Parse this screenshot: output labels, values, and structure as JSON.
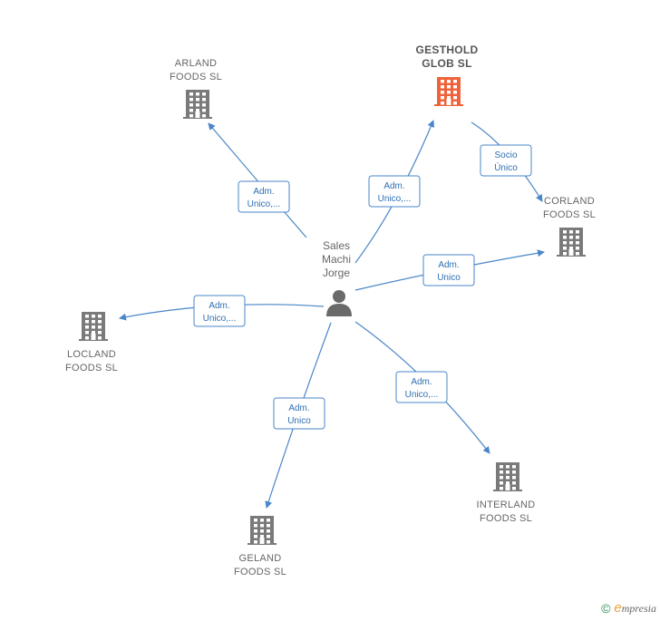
{
  "colors": {
    "edge": "#4a86c8",
    "company": "#7a7a7a",
    "highlight": "#f0633a",
    "person": "#6a6a6a"
  },
  "person": {
    "lines": [
      "Sales",
      "Machi",
      "Jorge"
    ],
    "icon": "person-icon"
  },
  "companies": [
    {
      "id": "gesthold",
      "lines": [
        "GESTHOLD",
        "GLOB  SL"
      ],
      "highlight": true,
      "icon": "building-icon"
    },
    {
      "id": "arland",
      "lines": [
        "ARLAND",
        "FOODS  SL"
      ],
      "icon": "building-icon"
    },
    {
      "id": "corland",
      "lines": [
        "CORLAND",
        "FOODS  SL"
      ],
      "icon": "building-icon"
    },
    {
      "id": "locland",
      "lines": [
        "LOCLAND",
        "FOODS  SL"
      ],
      "icon": "building-icon"
    },
    {
      "id": "interland",
      "lines": [
        "INTERLAND",
        "FOODS  SL"
      ],
      "icon": "building-icon"
    },
    {
      "id": "geland",
      "lines": [
        "GELAND",
        "FOODS  SL"
      ],
      "icon": "building-icon"
    }
  ],
  "edges": [
    {
      "from": "person",
      "to": "arland",
      "lines": [
        "Adm.",
        "Unico,..."
      ]
    },
    {
      "from": "person",
      "to": "gesthold",
      "lines": [
        "Adm.",
        "Unico,..."
      ]
    },
    {
      "from": "gesthold",
      "to": "corland",
      "lines": [
        "Socio",
        "Único"
      ]
    },
    {
      "from": "person",
      "to": "corland",
      "lines": [
        "Adm.",
        "Unico"
      ]
    },
    {
      "from": "person",
      "to": "locland",
      "lines": [
        "Adm.",
        "Unico,..."
      ]
    },
    {
      "from": "person",
      "to": "interland",
      "lines": [
        "Adm.",
        "Unico,..."
      ]
    },
    {
      "from": "person",
      "to": "geland",
      "lines": [
        "Adm.",
        "Unico"
      ]
    }
  ],
  "footer": {
    "copyright": "©",
    "brand_initial": "e",
    "brand_rest": "mpresia"
  }
}
